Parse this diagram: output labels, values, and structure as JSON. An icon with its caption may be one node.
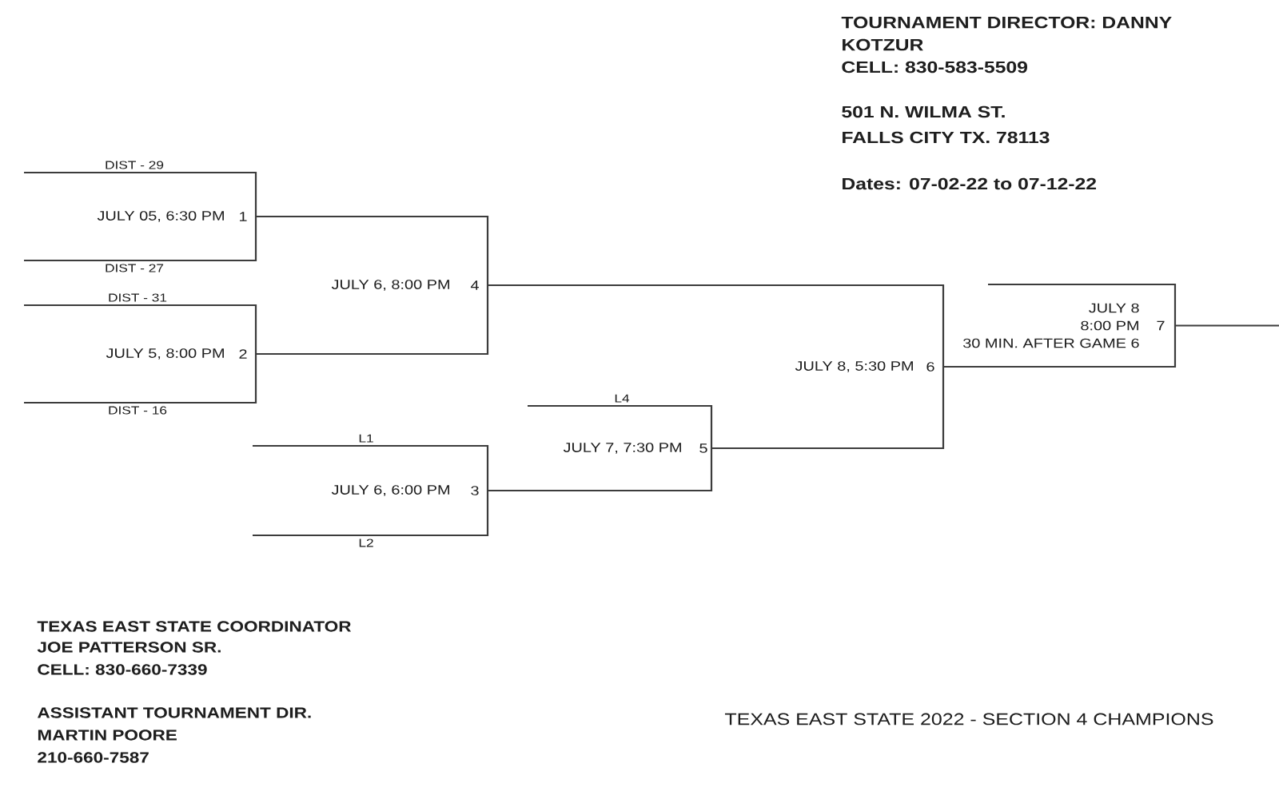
{
  "diagram": {
    "nodes": [
      {
        "text": [
          "JULY 05, 6:30 PM",
          "1"
        ],
        "beside": [
          "DIST - 29",
          "DIST - 27"
        ]
      },
      {
        "text": [
          "JULY 5, 8:00 PM",
          "2"
        ],
        "beside": [
          "DIST - 31",
          "DIST - 16"
        ]
      },
      {
        "text": [
          "JULY 6, 6:00 PM",
          "3"
        ],
        "beside": [
          "L1",
          "L2"
        ]
      },
      {
        "text": [
          "JULY 6, 8:00 PM",
          "4"
        ]
      },
      {
        "text": [
          "JULY 7, 7:30 PM",
          "5"
        ],
        "beside": [
          "L4"
        ]
      },
      {
        "text": [
          "JULY 8, 5:30 PM",
          "6"
        ]
      },
      {
        "text": [
          "JULY 8",
          "8:00 PM",
          "30 MIN. AFTER GAME 6",
          "7"
        ]
      }
    ],
    "edges": [
      {
        "from": 0,
        "to": 3,
        "arrow": "none"
      },
      {
        "from": 1,
        "to": 3,
        "arrow": "none"
      },
      {
        "from": 2,
        "to": 4,
        "arrow": "none"
      },
      {
        "from": 3,
        "to": 5,
        "arrow": "none"
      },
      {
        "from": 4,
        "to": 5,
        "arrow": "none"
      },
      {
        "from": 5,
        "to": 6,
        "arrow": "none"
      },
      {
        "from": 6,
        "to": null,
        "arrow": "none"
      }
    ],
    "labels": [
      "TOURNAMENT DIRECTOR: DANNY KOTZUR",
      "CELL: 830-583-5509",
      "501 N. WILMA ST.",
      "FALLS CITY TX. 78113",
      "Dates: 07-02-22 to 07-12-22",
      "TEXAS EAST STATE COORDINATOR",
      "JOE PATTERSON SR.",
      "CELL: 830-660-7339",
      "ASSISTANT TOURNAMENT DIR.",
      "MARTIN POORE",
      "210-660-7587",
      "TEXAS EAST STATE 2022 - SECTION 4 CHAMPIONS"
    ]
  }
}
